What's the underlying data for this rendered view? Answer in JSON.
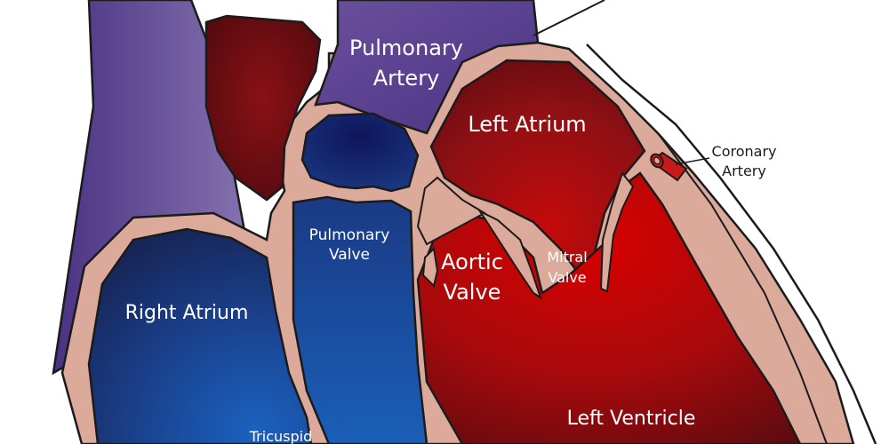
{
  "labels": {
    "pulmonary_artery": [
      "Pulmonary",
      "Artery"
    ],
    "left_atrium": "Left Atrium",
    "coronary_artery": [
      "Coronary",
      "Artery"
    ],
    "pulmonary_valve": [
      "Pulmonary",
      "Valve"
    ],
    "aortic_valve": [
      "Aortic",
      "Valve"
    ],
    "mitral_valve": [
      "Mitral",
      "Valve"
    ],
    "right_atrium": "Right Atrium",
    "left_ventricle": "Left Ventricle",
    "tricuspid": "Tricuspid"
  },
  "colors": {
    "tissue": "#dcaa9a",
    "outline": "#1b1b1b",
    "vessel_purple": "#5c3f8e",
    "vessel_purple_light": "#7d68a8",
    "blood_red_dark": "#6e0f14",
    "blood_red_bright": "#d40000",
    "blood_blue_dark": "#17245e",
    "blood_blue_bright": "#1a5fb8",
    "label_text": "#ffffff",
    "callout_text": "#1b1b1b"
  }
}
